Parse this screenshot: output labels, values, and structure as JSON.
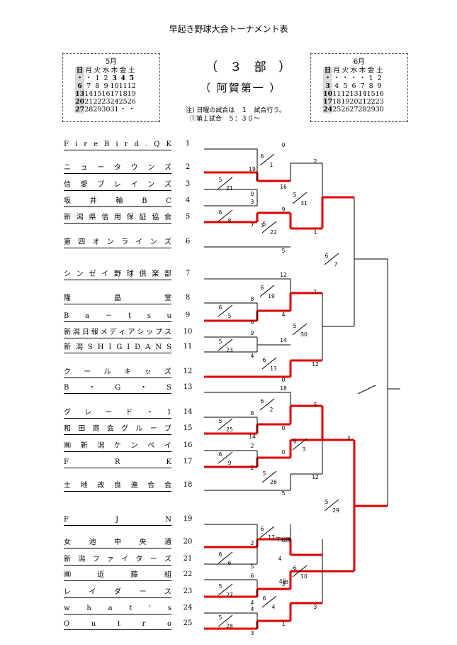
{
  "title": "早起き野球大会トーナメント表",
  "division": "（ ３ 部 ）",
  "venue": "（ 阿賀第一 ）",
  "notes": [
    "注) 日曜の試合は　１　試合行う。",
    "①第１試合　５：３０～"
  ],
  "calendars": [
    {
      "title": "5月",
      "header": [
        "日",
        "月",
        "火",
        "水",
        "木",
        "金",
        "土"
      ],
      "rows": [
        [
          "・",
          "・",
          "1",
          "2",
          "3",
          "4",
          "5"
        ],
        [
          "6",
          "7",
          "8",
          "9",
          "10",
          "11",
          "12"
        ],
        [
          "13",
          "14",
          "15",
          "16",
          "17",
          "18",
          "19"
        ],
        [
          "20",
          "21",
          "22",
          "23",
          "24",
          "25",
          "26"
        ],
        [
          "27",
          "28",
          "29",
          "30",
          "31",
          "・",
          "・"
        ]
      ]
    },
    {
      "title": "6月",
      "header": [
        "日",
        "月",
        "火",
        "水",
        "木",
        "金",
        "土"
      ],
      "rows": [
        [
          "・",
          "・",
          "・",
          "・",
          "・",
          "1",
          "2"
        ],
        [
          "3",
          "4",
          "5",
          "6",
          "7",
          "8",
          "9"
        ],
        [
          "10",
          "11",
          "12",
          "13",
          "14",
          "15",
          "16"
        ],
        [
          "17",
          "18",
          "19",
          "20",
          "21",
          "22",
          "23"
        ],
        [
          "24",
          "25",
          "26",
          "27",
          "28",
          "29",
          "30"
        ]
      ]
    }
  ],
  "teams": [
    {
      "no": "1",
      "name": "FireBird.QK"
    },
    {
      "no": "2",
      "name": "ニュータウンズ"
    },
    {
      "no": "3",
      "name": "信愛ブレインズ"
    },
    {
      "no": "4",
      "name": "坂井輪BC"
    },
    {
      "no": "5",
      "name": "新潟県信用保証協会"
    },
    {
      "no": "6",
      "name": "第四オンラインズ"
    },
    {
      "no": "7",
      "name": "シンゼイ野球倶楽部"
    },
    {
      "no": "8",
      "name": "隆晶堂"
    },
    {
      "no": "9",
      "name": "Ba－tsu"
    },
    {
      "no": "10",
      "name": "新潟日報メディアシップス"
    },
    {
      "no": "11",
      "name": "新潟SHIGIDANS"
    },
    {
      "no": "12",
      "name": "クールキッズ"
    },
    {
      "no": "13",
      "name": "B・G・S"
    },
    {
      "no": "14",
      "name": "グレード・1"
    },
    {
      "no": "15",
      "name": "和田商会グループ"
    },
    {
      "no": "16",
      "name": "㈱新潟ケンペイ"
    },
    {
      "no": "17",
      "name": "FRK"
    },
    {
      "no": "18",
      "name": "土地改良連合会"
    },
    {
      "no": "19",
      "name": "FJN"
    },
    {
      "no": "20",
      "name": "女池中央通"
    },
    {
      "no": "21",
      "name": "新潟ファイターズ"
    },
    {
      "no": "22",
      "name": "㈱近藤組"
    },
    {
      "no": "23",
      "name": "レイダース"
    },
    {
      "no": "24",
      "name": "what's"
    },
    {
      "no": "25",
      "name": "Outro"
    }
  ],
  "dates": [
    {
      "m": "6",
      "d": "1"
    },
    {
      "m": "5",
      "d": "21"
    },
    {
      "m": "6",
      "d": "8"
    },
    {
      "m": "5",
      "d": "22"
    },
    {
      "m": "5",
      "d": "31"
    },
    {
      "m": "6",
      "d": "19"
    },
    {
      "m": "6",
      "d": "5"
    },
    {
      "m": "5",
      "d": "23"
    },
    {
      "m": "6",
      "d": "13"
    },
    {
      "m": "5",
      "d": "30"
    },
    {
      "m": "6",
      "d": "7"
    },
    {
      "m": "6",
      "d": "2"
    },
    {
      "m": "5",
      "d": "25"
    },
    {
      "m": "6",
      "d": "9"
    },
    {
      "m": "5",
      "d": "26"
    },
    {
      "m": "6",
      "d": "3"
    },
    {
      "m": "6",
      "d": "17"
    },
    {
      "m": "6",
      "d": "6"
    },
    {
      "m": "5",
      "d": "27"
    },
    {
      "m": "6",
      "d": "10"
    },
    {
      "m": "5",
      "d": "28"
    },
    {
      "m": "6",
      "d": "4"
    },
    {
      "m": "5",
      "d": "29"
    }
  ],
  "scores": [
    "0",
    "19",
    "16",
    "0",
    "3",
    "9",
    "7",
    "3",
    "2",
    "1",
    "5",
    "12",
    "8",
    "4",
    "0",
    "9",
    "14",
    "4",
    "0",
    "1",
    "12",
    "18",
    "8",
    "0",
    "14",
    "2",
    "0",
    "2",
    "5",
    "5",
    "12",
    "3",
    "2",
    "不戦勝",
    "5",
    "4",
    "6",
    "3",
    "4",
    "4",
    "1",
    "3",
    "3"
  ],
  "forfeit_label": "不戦勝",
  "forfeit_short": "4抽",
  "colors": {
    "winner": "#e00000",
    "line": "#000000"
  }
}
